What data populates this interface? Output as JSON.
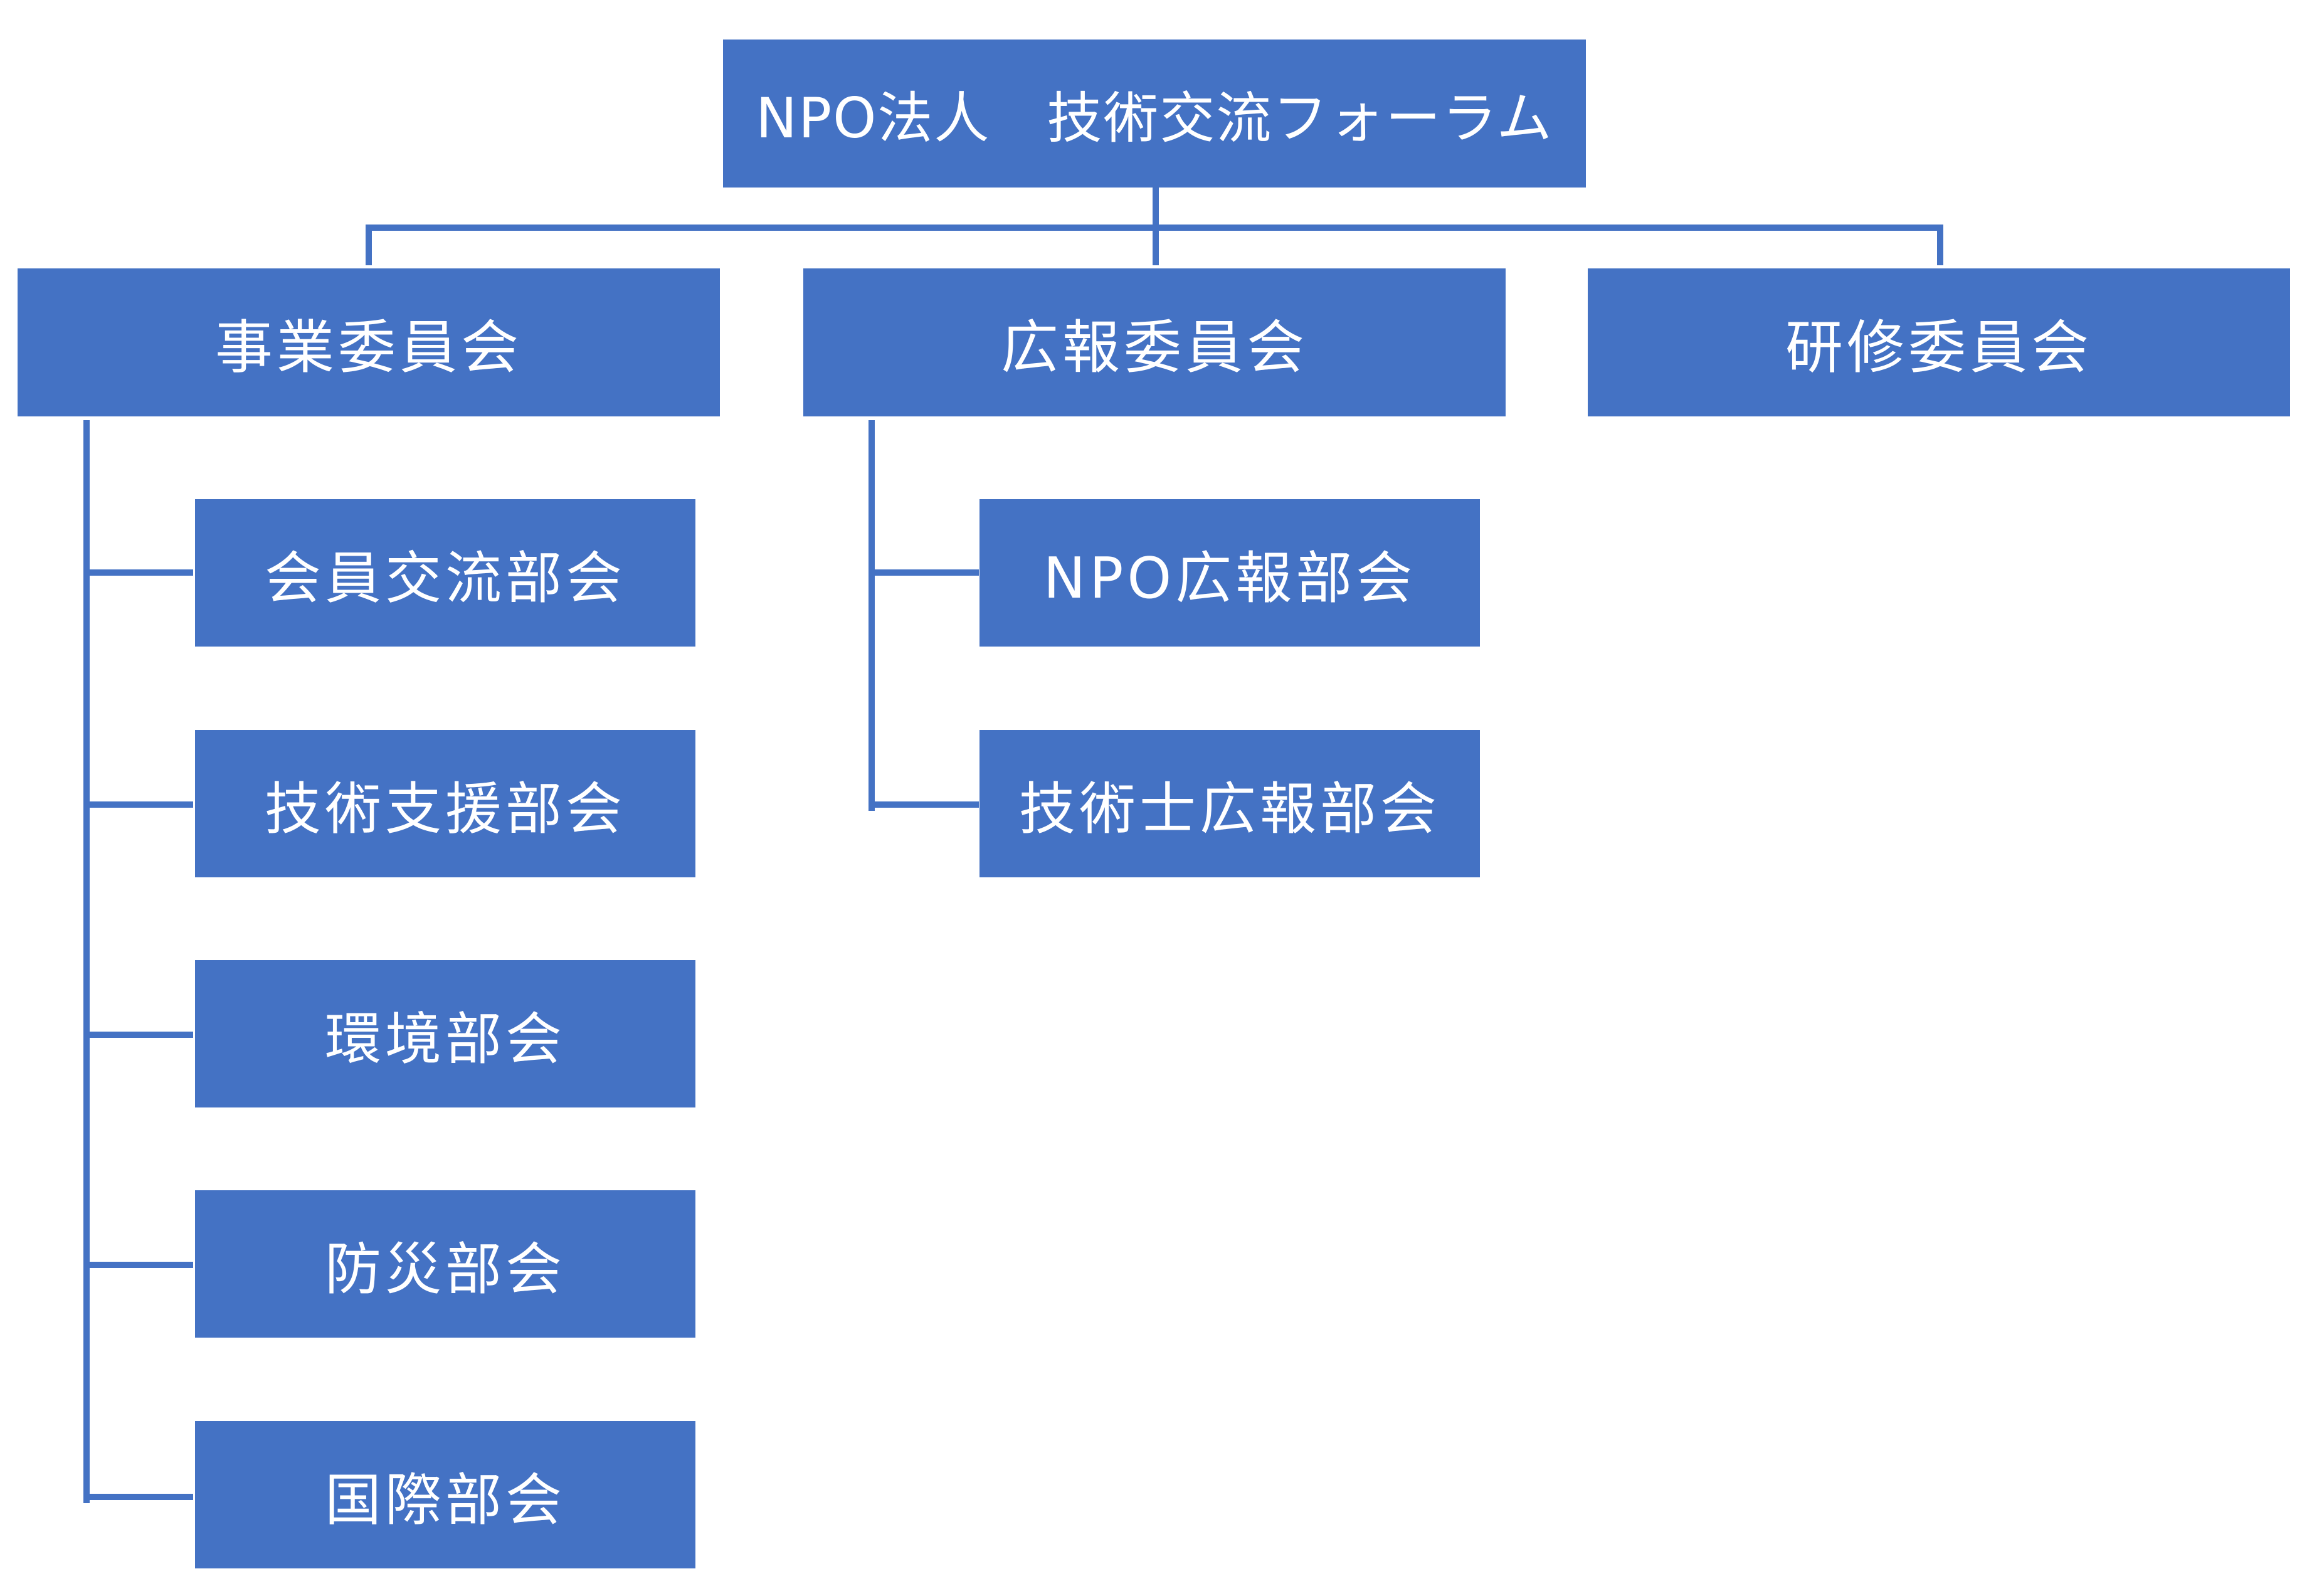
{
  "org_chart": {
    "root": {
      "label": "NPO法人　技術交流フォーラム"
    },
    "committees": [
      {
        "label": "事業委員会",
        "subcommittees": [
          "会員交流部会",
          "技術支援部会",
          "環境部会",
          "防災部会",
          "国際部会"
        ]
      },
      {
        "label": "広報委員会",
        "subcommittees": [
          "NPO広報部会",
          "技術士広報部会"
        ]
      },
      {
        "label": "研修委員会",
        "subcommittees": []
      }
    ]
  },
  "colors": {
    "box_fill": "#4472C4",
    "line": "#4472C4",
    "text": "#FFFFFF"
  }
}
